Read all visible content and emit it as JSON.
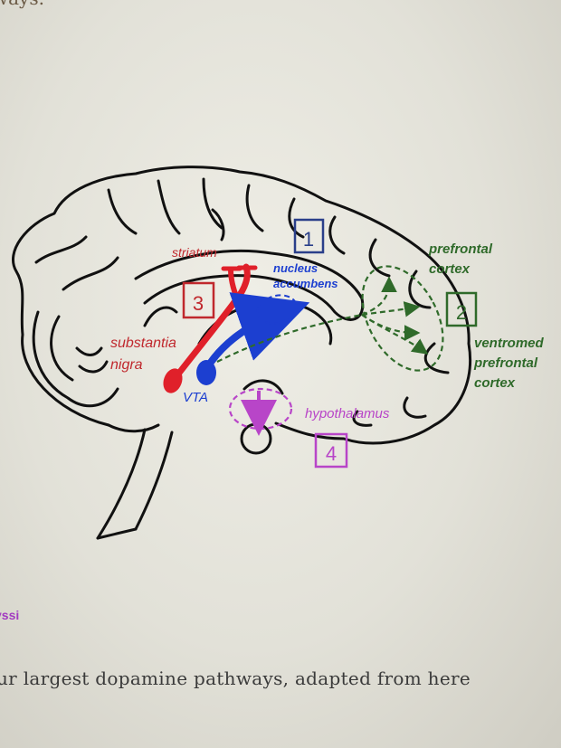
{
  "page": {
    "top_text": "ways.",
    "purple_fragment": "yssi",
    "caption": "ur largest dopamine pathways, adapted from here"
  },
  "diagram": {
    "labels": {
      "striatum": "striatum",
      "nucleus": "nucleus",
      "accumbens": "accumbens",
      "substantia": "substantia",
      "nigra": "nigra",
      "vta": "VTA",
      "prefrontal": "prefrontal",
      "cortex": "cortex",
      "ventromed": "ventromed",
      "vm_prefrontal": "prefrontal",
      "vm_cortex": "cortex",
      "hypothalamus": "hypothalamus"
    },
    "boxes": {
      "box1": "1",
      "box2": "2",
      "box3": "3",
      "box4": "4"
    },
    "colors": {
      "nigrostriatal": "#e0202a",
      "mesolimbic": "#1c3fd0",
      "mesocortical": "#2f6a2a",
      "tuberoinfundibular": "#b845c8",
      "box1": "#2a3f8a",
      "outline": "#111111"
    }
  }
}
